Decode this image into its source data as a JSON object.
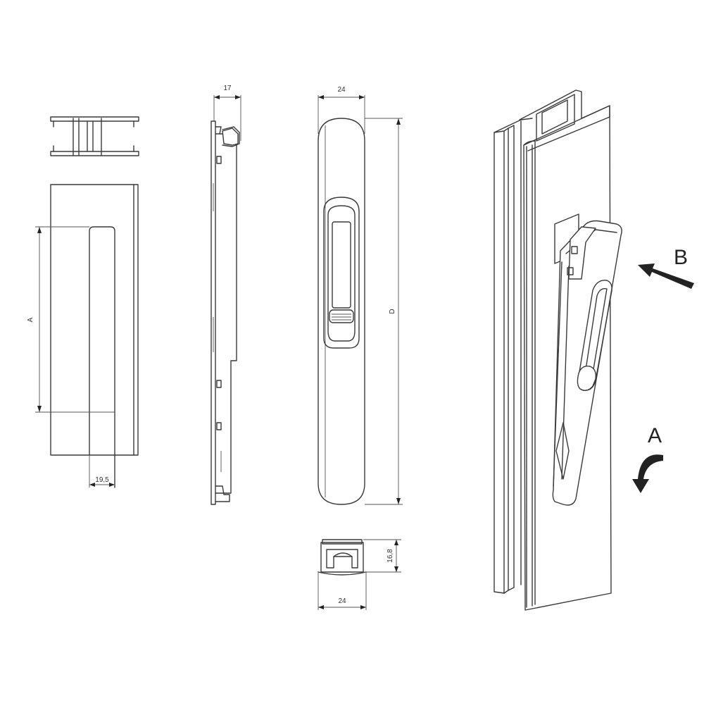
{
  "diagram": {
    "dimensions": {
      "side_width": "17",
      "front_width": "24",
      "front_height": "D",
      "end_width": "24",
      "end_height": "16,8",
      "cutout_height": "A",
      "cutout_width": "19,5"
    },
    "arrows": {
      "b_label": "B",
      "a_label": "A"
    },
    "colors": {
      "line": "#3a3a3a",
      "arrow": "#222222"
    }
  }
}
